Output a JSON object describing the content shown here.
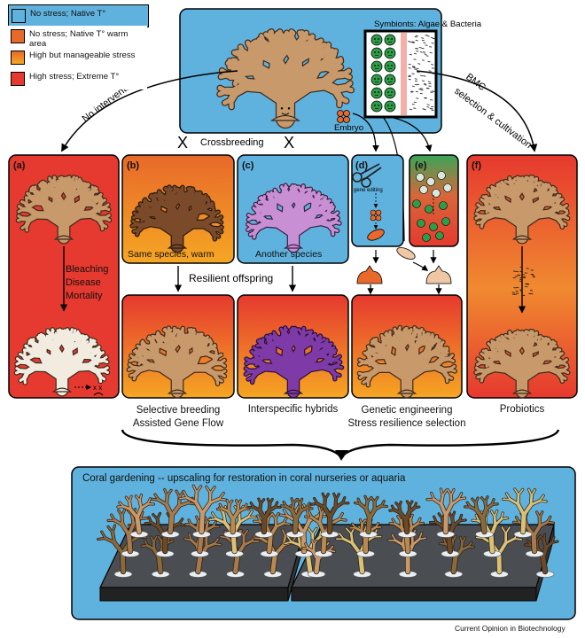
{
  "legend": [
    {
      "text": "No stress; Native T°",
      "color": "#5fb2dd"
    },
    {
      "text": "No stress; Native T° warm area",
      "color": "#e8692a"
    },
    {
      "text": "High but manageable stress",
      "color": "#f5a623"
    },
    {
      "text": "High stress; Extreme T°",
      "color": "#e6392f"
    }
  ],
  "top": {
    "symbionts": "Symbionts: Algae & Bacteria",
    "embryo": "Embryo"
  },
  "arrows": {
    "no_intervention": "No intervention",
    "bmc_1": "BMC",
    "bmc_2": "selection & cultivation",
    "crossbreeding": "Crossbreeding",
    "cross_mark": "X",
    "gene_editing": "gene editing"
  },
  "panels": {
    "a": {
      "label": "(a)",
      "effects": [
        "Bleaching",
        "Disease",
        "Mortality"
      ]
    },
    "b": {
      "label": "(b)",
      "caption": "Same species, warm"
    },
    "c": {
      "label": "(c)",
      "caption": "Another species"
    },
    "d": {
      "label": "(d)"
    },
    "e": {
      "label": "(e)"
    },
    "f": {
      "label": "(f)"
    }
  },
  "offspring": "Resilient offspring",
  "captions": {
    "b_1": "Selective breeding",
    "b_2": "Assisted Gene Flow",
    "c": "Interspecific hybrids",
    "de_1": "Genetic engineering",
    "de_2": "Stress resilience selection",
    "f": "Probiotics"
  },
  "gardening": "Coral gardening -- upscaling for restoration in coral nurseries or aquaria",
  "credit": "Current Opinion in Biotechnology",
  "colors": {
    "blue": "#5fb2dd",
    "red": "#e6392f",
    "orange": "#e8692a",
    "amber": "#f5a623",
    "coral_tan": "#c8996a",
    "coral_dark": "#7a4a2a",
    "coral_pink": "#c98fd4",
    "coral_purple": "#7e3aa6",
    "coral_white": "#f2ece0",
    "symbiont": "#2e9c48"
  }
}
